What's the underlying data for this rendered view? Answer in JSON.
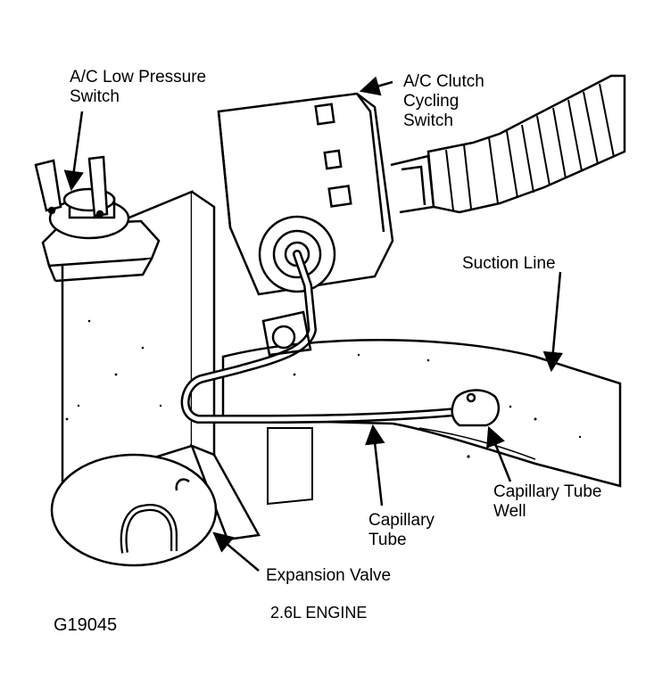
{
  "figure": {
    "figure_id": "G19045",
    "caption": "2.6L ENGINE"
  },
  "labels": {
    "low_pressure_switch": {
      "line1": "A/C Low Pressure",
      "line2": "Switch"
    },
    "clutch_cycling_switch": {
      "line1": "A/C Clutch",
      "line2": "Cycling",
      "line3": "Switch"
    },
    "suction_line": {
      "line1": "Suction Line"
    },
    "capillary_tube_well": {
      "line1": "Capillary Tube",
      "line2": "Well"
    },
    "capillary_tube": {
      "line1": "Capillary",
      "line2": "Tube"
    },
    "expansion_valve": {
      "line1": "Expansion Valve"
    }
  },
  "colors": {
    "ink": "#000000",
    "paper": "#ffffff"
  }
}
